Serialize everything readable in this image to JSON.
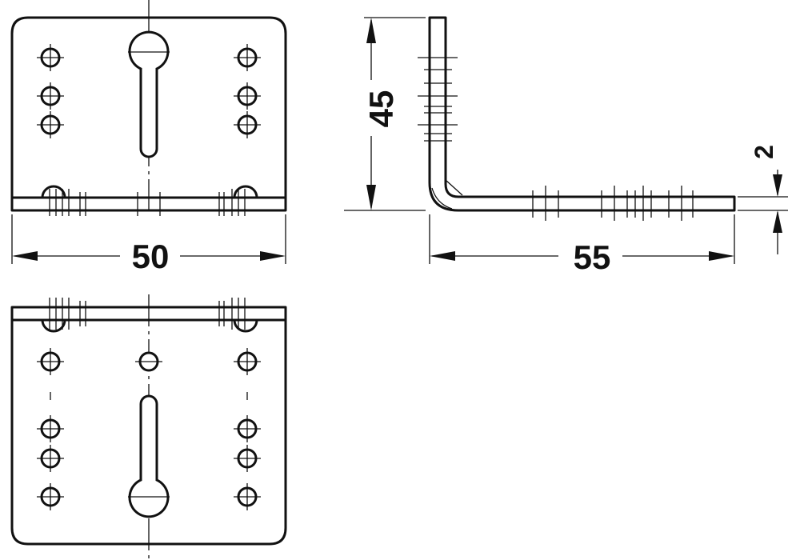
{
  "dimensions": {
    "width_label": "50",
    "height_label": "45",
    "length_label": "55",
    "thickness_label": "2"
  }
}
